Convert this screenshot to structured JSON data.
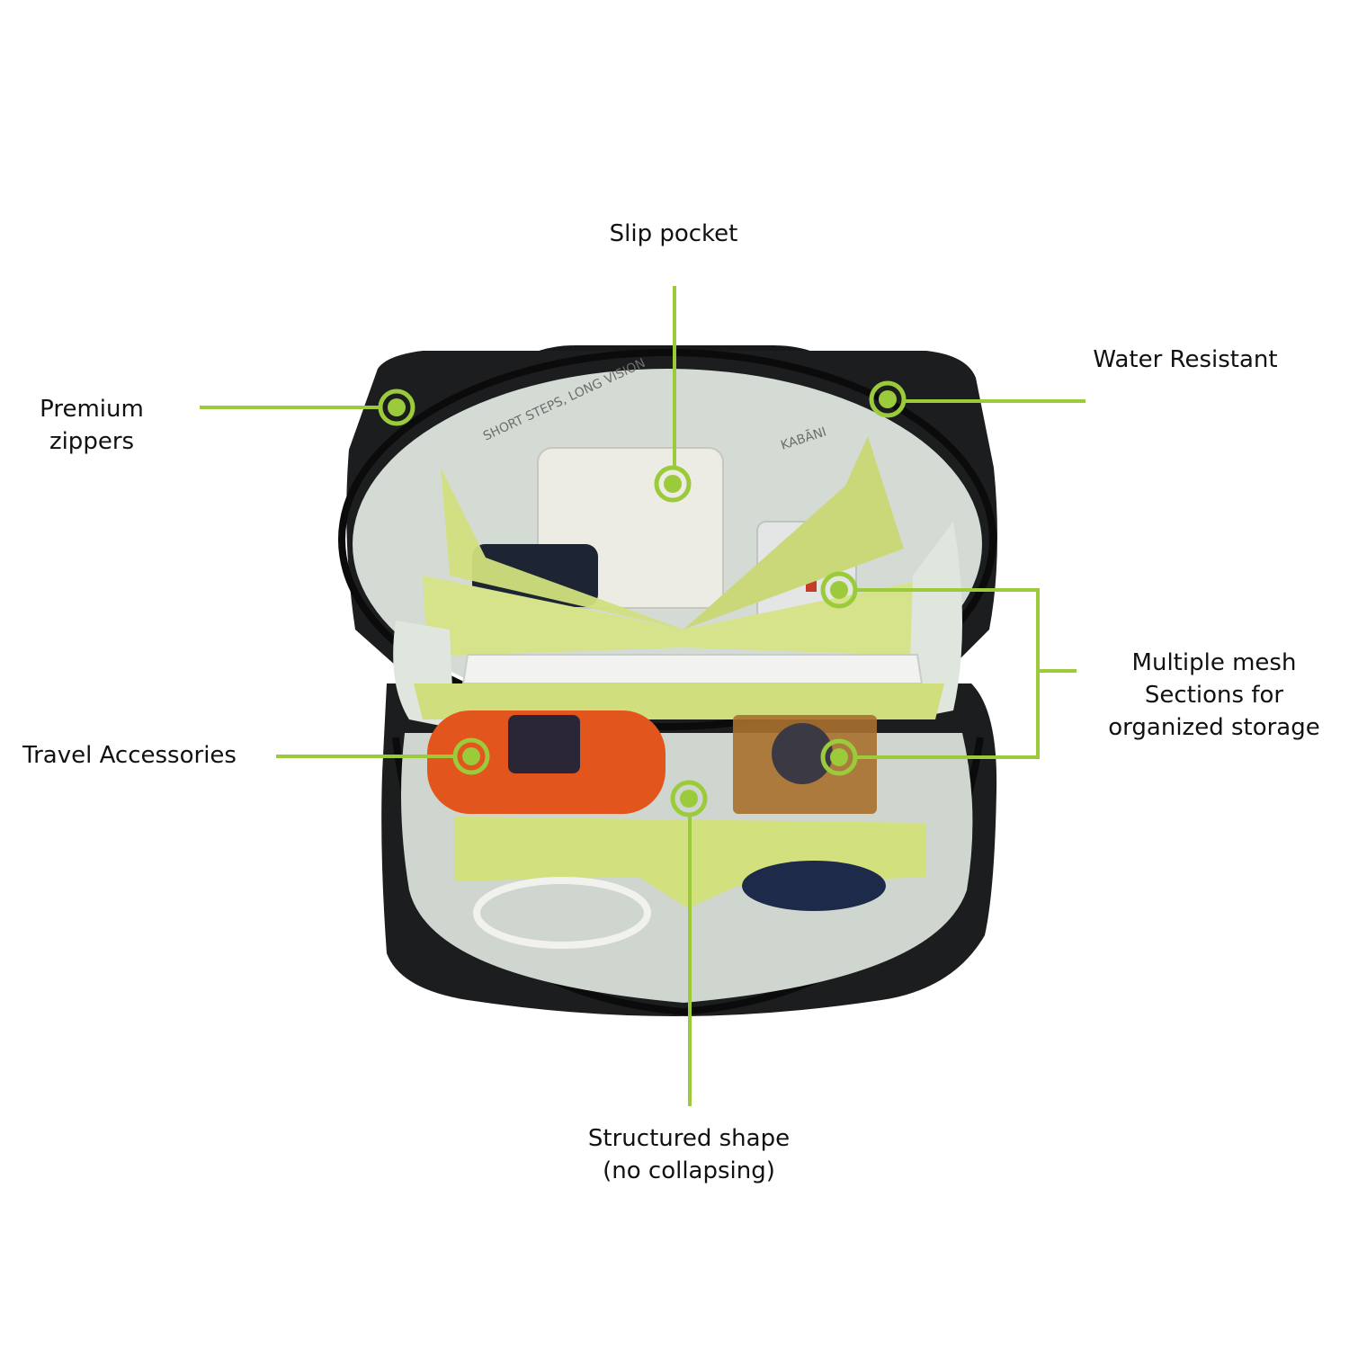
{
  "colors": {
    "accent": "#9BCB3B",
    "background": "#FFFFFF",
    "text": "#111111",
    "bag_shell": "#1C1D1F",
    "lining": "#D6DDD6",
    "pocket_lime": "#D2E07E",
    "speaker_orange": "#E2561E"
  },
  "product": {
    "description": "Open travel organizer pouch with black shell, light grey lining and lime mesh pockets holding a charger, power bank, tablet, speaker, perfume bottle and cables",
    "lining_print": [
      "SHORT STEPS, LONG VISION",
      "KABĀNI"
    ]
  },
  "callouts": [
    {
      "id": "slip-pocket",
      "lines": [
        "Slip pocket"
      ]
    },
    {
      "id": "premium-zippers",
      "lines": [
        "Premium",
        "zippers"
      ]
    },
    {
      "id": "water-resistant",
      "lines": [
        "Water Resistant"
      ]
    },
    {
      "id": "mesh-sections",
      "lines": [
        "Multiple mesh",
        "Sections for",
        "organized storage"
      ]
    },
    {
      "id": "travel-accessories",
      "lines": [
        "Travel Accessories"
      ]
    },
    {
      "id": "structured-shape",
      "lines": [
        "Structured shape",
        "(no collapsing)"
      ]
    }
  ]
}
